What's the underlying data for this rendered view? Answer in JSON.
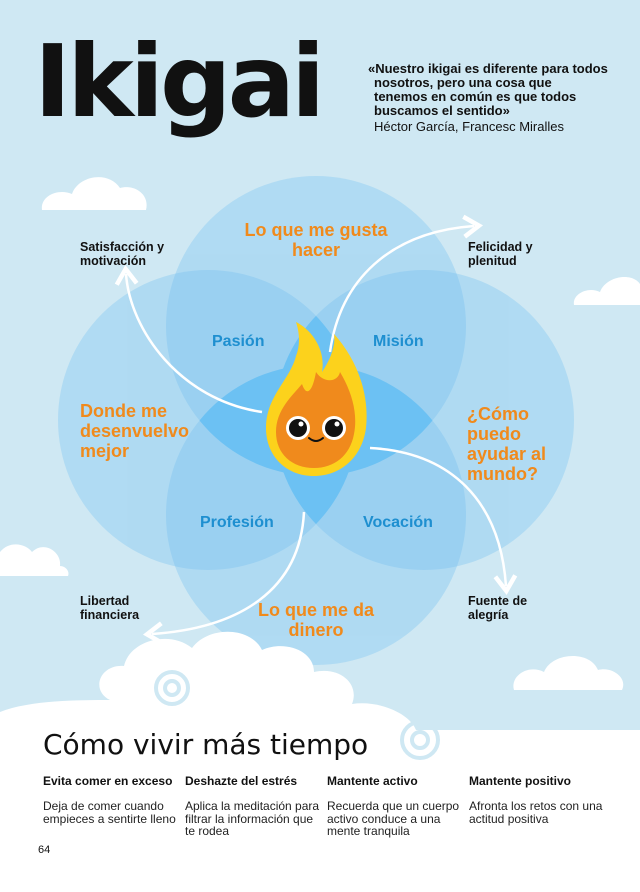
{
  "header": {
    "title": "Ikigai",
    "quote": "«Nuestro ikigai es diferente para todos nosotros, pero una cosa que tenemos en común es que todos buscamos el sentido»",
    "author": "Héctor García, Francesc Miralles"
  },
  "diagram": {
    "circles": {
      "top": "Lo que me gusta hacer",
      "left": "Donde me desenvuelvo mejor",
      "right": "¿Cómo puedo ayudar al mundo?",
      "bottom": "Lo que me da dinero"
    },
    "overlaps": {
      "top_left": "Pasión",
      "top_right": "Misión",
      "bottom_left": "Profesión",
      "bottom_right": "Vocación"
    },
    "outcomes": {
      "top_left": "Satisfacción y motivación",
      "top_right": "Felicidad y plenitud",
      "bottom_left": "Libertad financiera",
      "bottom_right": "Fuente de alegría"
    },
    "colors": {
      "circle": "#aad8f2",
      "overlap": "#6cc1f3",
      "orange": "#f08a1c",
      "blue": "#1e8fd0"
    }
  },
  "section": {
    "title": "Cómo vivir más tiempo",
    "tips": [
      {
        "heading": "Evita comer en exceso",
        "text": "Deja de comer cuando empieces a sentirte lleno"
      },
      {
        "heading": "Deshazte del estrés",
        "text": "Aplica la meditación para filtrar la información que te rodea"
      },
      {
        "heading": "Mantente activo",
        "text": "Recuerda que un cuerpo activo conduce a una mente tranquila"
      },
      {
        "heading": "Mantente positivo",
        "text": "Afronta los retos con una actitud positiva"
      }
    ]
  },
  "page_number": "64",
  "icons": [
    "flame-mascot-icon",
    "cloud-icon",
    "arrow-icon"
  ]
}
